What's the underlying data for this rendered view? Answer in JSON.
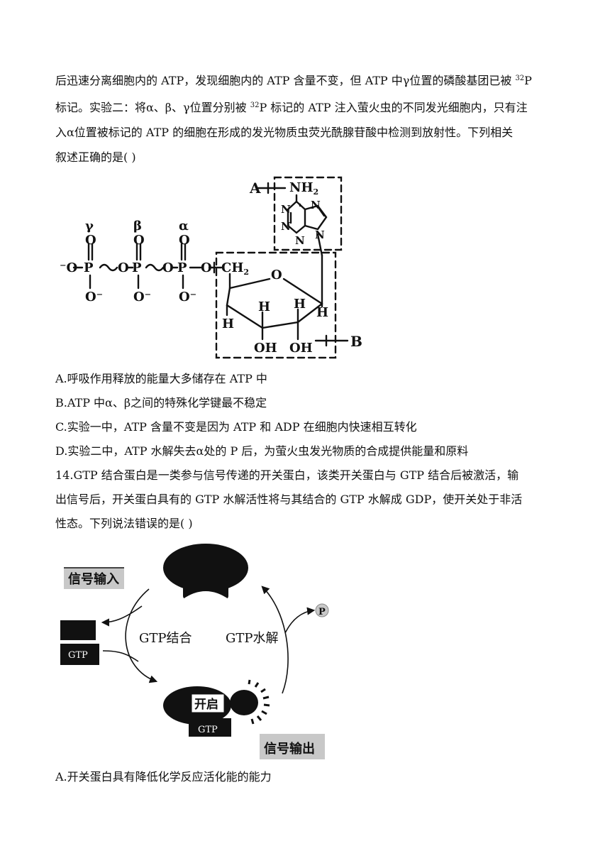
{
  "q13": {
    "stem": [
      {
        "pre": "后迅速分离细胞内的 ATP，发现细胞内的 ATP 含量不变，但 ATP 中γ位置的磷酸基团已被 ",
        "sup": "32",
        "post": "P"
      },
      {
        "pre": "标记。实验二：将α、β、γ位置分别被 ",
        "sup": "32",
        "post": "P 标记的 ATP 注入萤火虫的不同发光细胞内，只有注"
      },
      {
        "pre": "入α位置被标记的 ATP 的细胞在形成的发光物质虫荧光酰腺苷酸中检测到放射性。下列相关"
      },
      {
        "pre": "叙述正确的是(    )"
      }
    ],
    "figure": {
      "label_a": "A",
      "label_b": "B",
      "gamma": "γ",
      "beta": "β",
      "alpha": "α",
      "nh2": "NH",
      "nh2_sub": "2",
      "ch2": "CH",
      "ch2_sub": "2",
      "oh": "OH",
      "h": "H",
      "o": "O",
      "p": "P",
      "n": "N",
      "o_minus": "O⁻",
      "minus_o": "⁻O"
    },
    "options": [
      "A.呼吸作用释放的能量大多储存在 ATP 中",
      "B.ATP 中α、β之间的特殊化学键最不稳定",
      "C.实验一中，ATP 含量不变是因为 ATP 和 ADP 在细胞内快速相互转化",
      "D.实验二中，ATP 水解失去α处的 P 后，为萤火虫发光物质的合成提供能量和原料"
    ]
  },
  "q14": {
    "stem": [
      "14.GTP 结合蛋白是一类参与信号传递的开关蛋白，该类开关蛋白与 GTP 结合后被激活，输",
      "出信号后，开关蛋白具有的 GTP 水解活性将与其结合的 GTP 水解成 GDP，使开关处于非活",
      "性态。下列说法错误的是(    )"
    ],
    "figure": {
      "signal_input": "信号输入",
      "gtp_binding": "GTP结合",
      "gtp_hydrolysis": "GTP水解",
      "gtp_box": "GTP",
      "on_label": "开启",
      "gtp_bound": "GTP",
      "p_label": "P",
      "signal_output": "信号输出"
    },
    "options": [
      "A.开关蛋白具有降低化学反应活化能的能力"
    ]
  }
}
